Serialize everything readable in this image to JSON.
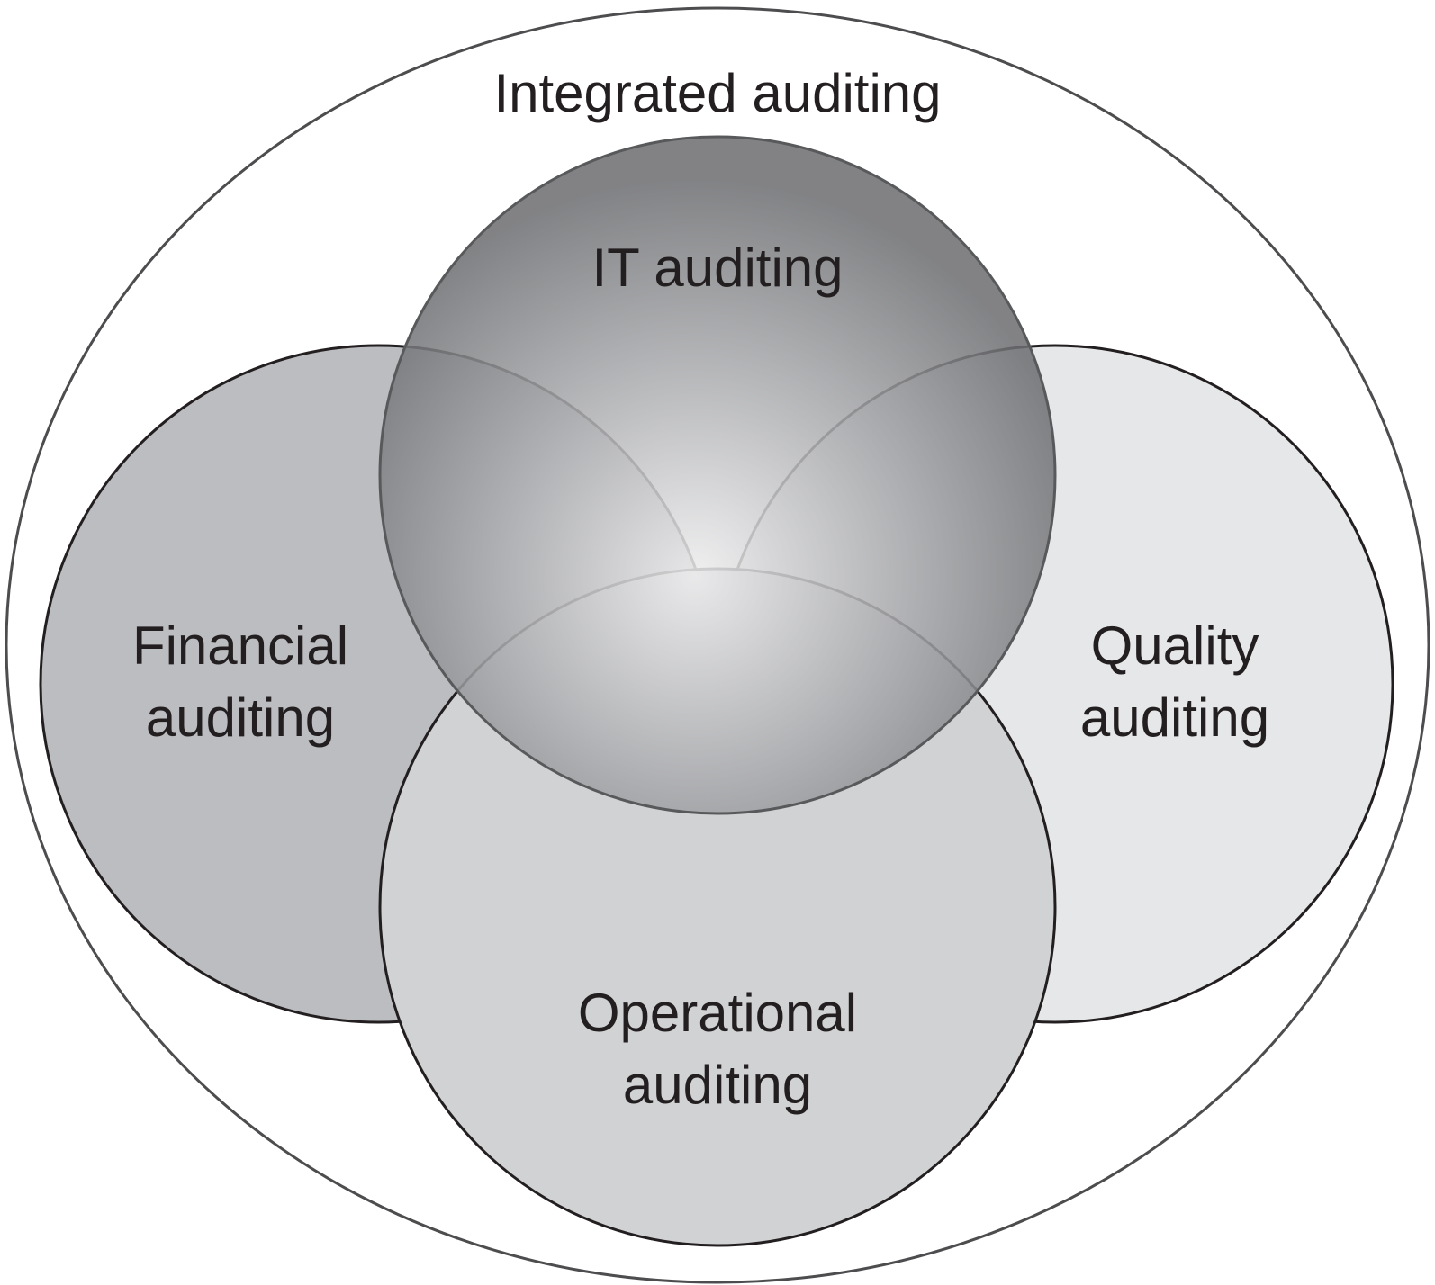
{
  "outer": {
    "label": "Integrated auditing"
  },
  "circles": {
    "financial": {
      "line1": "Financial",
      "line2": "auditing",
      "fill": "#bcbdc0"
    },
    "quality": {
      "line1": "Quality",
      "line2": "auditing",
      "fill": "#e6e7e8"
    },
    "operational": {
      "line1": "Operational",
      "line2": "auditing",
      "fill": "#d1d2d4"
    },
    "it": {
      "label": "IT auditing",
      "fill_center": "#ededee",
      "fill_edge": "#6d6e71"
    }
  }
}
